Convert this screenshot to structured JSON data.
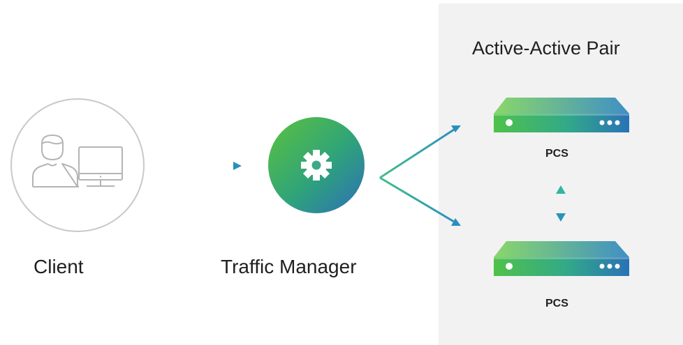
{
  "pair_title": "Active-Active Pair",
  "client_label": "Client",
  "traffic_manager_label": "Traffic Manager",
  "servers": [
    {
      "label": "PCS"
    },
    {
      "label": "PCS"
    }
  ],
  "colors": {
    "panel": "#f2f2f2",
    "green": "#4ec24a",
    "teal": "#2aa6b0",
    "blue": "#2a6fb5",
    "outline": "#c8c8c8",
    "text": "#1f1f1f"
  },
  "icons": [
    "person-icon",
    "monitor-icon",
    "gear-icon",
    "server-icon",
    "arrow-right-icon",
    "double-arrow-icon"
  ]
}
